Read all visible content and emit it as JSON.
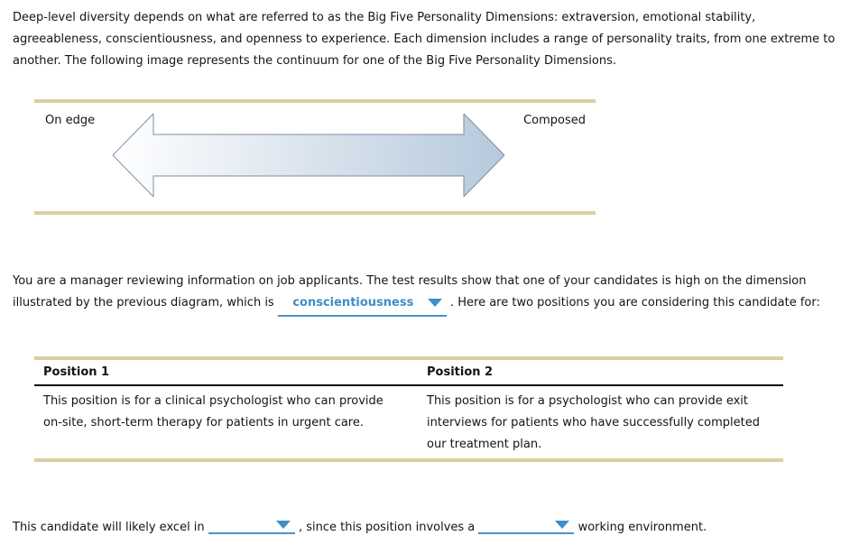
{
  "intro": {
    "text": "Deep-level diversity depends on what are referred to as the Big Five Personality Dimensions: extraversion, emotional stability, agreeableness, conscientiousness, and openness to experience. Each dimension includes a range of personality traits, from one extreme to another. The following image represents the continuum for one of the Big Five Personality Dimensions."
  },
  "diagram": {
    "left_label": "On edge",
    "right_label": "Composed",
    "arrow": {
      "gradient_start": "#ffffff",
      "gradient_end": "#b6c9dc",
      "outline": "#7e8da0"
    }
  },
  "question": {
    "before_dropdown": "You are a manager reviewing information on job applicants. The test results show that one of your candidates is high on the dimension illustrated by the previous diagram, which is",
    "dropdown": {
      "value": "conscientiousness"
    },
    "after_dropdown": ". Here are two positions you are considering this candidate for:"
  },
  "positions_table": {
    "columns": [
      {
        "header": "Position 1",
        "description": "This position is for a clinical psychologist who can provide on-site, short-term therapy for patients in urgent care."
      },
      {
        "header": "Position 2",
        "description": "This position is for a psychologist who can provide exit interviews for patients who have successfully completed our treatment plan."
      }
    ]
  },
  "final": {
    "part1": "This candidate will likely excel in",
    "dropdown1": {
      "value": ""
    },
    "part2": ", since this position involves a",
    "dropdown2": {
      "value": ""
    },
    "part3": "working environment."
  },
  "colors": {
    "accent_blue": "#3d8ec9",
    "underline_blue": "#4b92c8",
    "tan_bar": "#d8d0a0",
    "table_rule": "#000000"
  }
}
